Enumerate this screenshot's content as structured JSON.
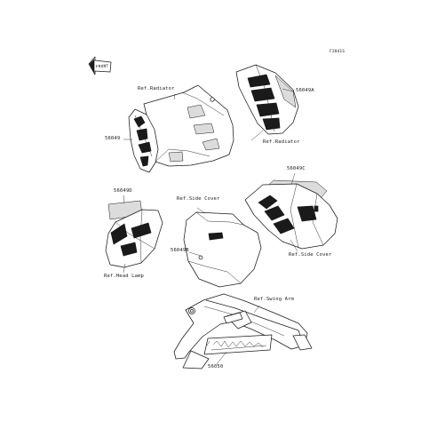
{
  "figure_code": "F2841S",
  "front_marker": "FRONT",
  "labels": {
    "ref_radiator_top": "Ref.Radiator",
    "ref_radiator_bottom": "Ref.Radiator",
    "part_56049A": "56049A",
    "part_56049_radiator": "56049",
    "part_56049C": "56049C",
    "part_56049D": "56049D",
    "ref_side_cover_top": "Ref.Side Cover",
    "ref_side_cover_bottom": "Ref.Side Cover",
    "part_56049B": "56049B",
    "ref_head_lamp": "Ref.Head Lamp",
    "ref_swing_arm": "Ref.Swing Arm",
    "part_56050": "56050"
  }
}
